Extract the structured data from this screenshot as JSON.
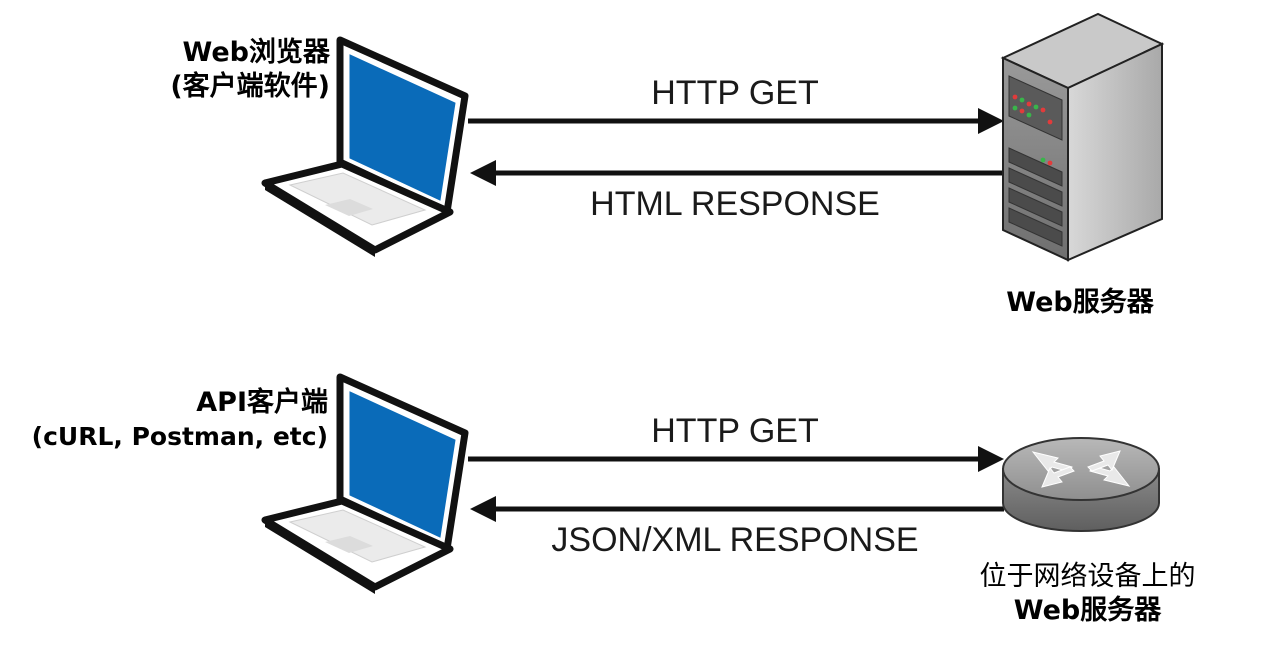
{
  "top": {
    "client_line1": "Web浏览器",
    "client_line2": "(客户端软件)",
    "request": "HTTP GET",
    "response": "HTML RESPONSE",
    "server": "Web服务器"
  },
  "bottom": {
    "client_line1": "API客户端",
    "client_line2": "(cURL, Postman, etc)",
    "request": "HTTP GET",
    "response": "JSON/XML RESPONSE",
    "server_line1": "位于网络设备上的",
    "server_line2": "Web服务器"
  },
  "colors": {
    "laptop_screen": "#0a6bb9",
    "server_body": "#8a8a8a",
    "router_body": "#8c8c8c"
  }
}
